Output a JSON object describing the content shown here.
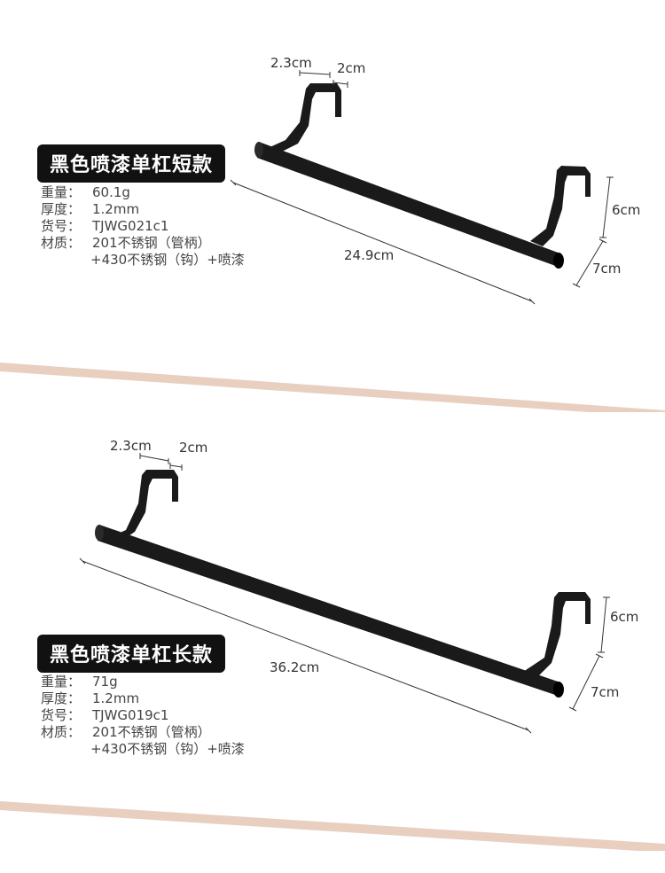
{
  "short": {
    "title": "黑色喷漆单杠短款",
    "specs": {
      "weight_label": "重量：",
      "weight_value": "60.1g",
      "thickness_label": "厚度：",
      "thickness_value": "1.2mm",
      "sku_label": "货号：",
      "sku_value": "TJWG021c1",
      "material_label": "材质：",
      "material_line1": "201不锈钢（管柄）",
      "material_line2": "+430不锈钢（钩）+喷漆"
    },
    "dims": {
      "hook_width": "2.3cm",
      "hook_gap": "2cm",
      "length": "24.9cm",
      "height": "6cm",
      "depth": "7cm"
    }
  },
  "long": {
    "title": "黑色喷漆单杠长款",
    "specs": {
      "weight_label": "重量：",
      "weight_value": "71g",
      "thickness_label": "厚度：",
      "thickness_value": "1.2mm",
      "sku_label": "货号：",
      "sku_value": "TJWG019c1",
      "material_label": "材质：",
      "material_line1": "201不锈钢（管柄）",
      "material_line2": "+430不锈钢（钩）+喷漆"
    },
    "dims": {
      "hook_width": "2.3cm",
      "hook_gap": "2cm",
      "length": "36.2cm",
      "height": "6cm",
      "depth": "7cm"
    }
  },
  "colors": {
    "product": "#1a1a1a",
    "divider": "#e8cfc0",
    "badge_bg": "#111111"
  }
}
